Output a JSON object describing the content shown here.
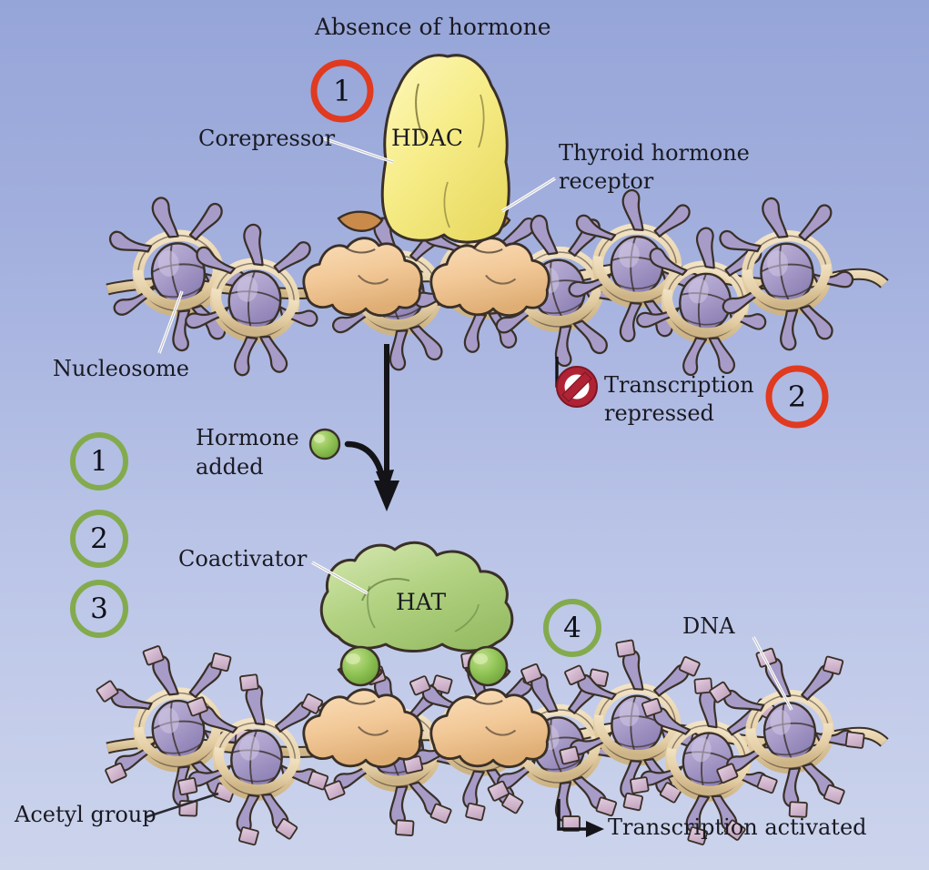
{
  "diagram": {
    "title": "Absence of hormone",
    "background": {
      "top_color": "#96a5d8",
      "bottom_color": "#ccd4ec"
    },
    "palette": {
      "red_step": "#e03a20",
      "green_step": "#83ab4e",
      "hdac_yellow": "#f5ea84",
      "hat_green": "#b2d283",
      "receptor_tan": "#f3cb9a",
      "histone_purple": "#a79bc8",
      "dna_tan": "#e7d3ad",
      "acetyl_pink": "#d6bcd2",
      "hormone_green": "#8cc152",
      "prohibit_red": "#b02334"
    }
  },
  "top_panel": {
    "heading": "Absence of hormone",
    "step_badge": "1",
    "protein_label": "HDAC",
    "corepressor_label": "Corepressor",
    "receptor_label_line1": "Thyroid hormone",
    "receptor_label_line2": "receptor",
    "nucleosome_label": "Nucleosome",
    "repressed_label_line1": "Transcription",
    "repressed_label_line2": "repressed",
    "repressed_badge": "2",
    "prohibit_icon": "no-entry-icon"
  },
  "transition": {
    "hormone_label_line1": "Hormone",
    "hormone_label_line2": "added",
    "hormone_icon": "hormone-sphere-icon",
    "arrow_icon": "down-arrow-icon",
    "curved_arrow_icon": "curved-arrow-icon"
  },
  "step_list": {
    "items": [
      {
        "number": "1"
      },
      {
        "number": "2"
      },
      {
        "number": "3"
      }
    ]
  },
  "bottom_panel": {
    "coactivator_label": "Coactivator",
    "protein_label": "HAT",
    "step_badge": "4",
    "dna_label": "DNA",
    "acetyl_label": "Acetyl group",
    "activated_label": "Transcription activated",
    "activated_arrow_icon": "elbow-arrow-icon"
  }
}
